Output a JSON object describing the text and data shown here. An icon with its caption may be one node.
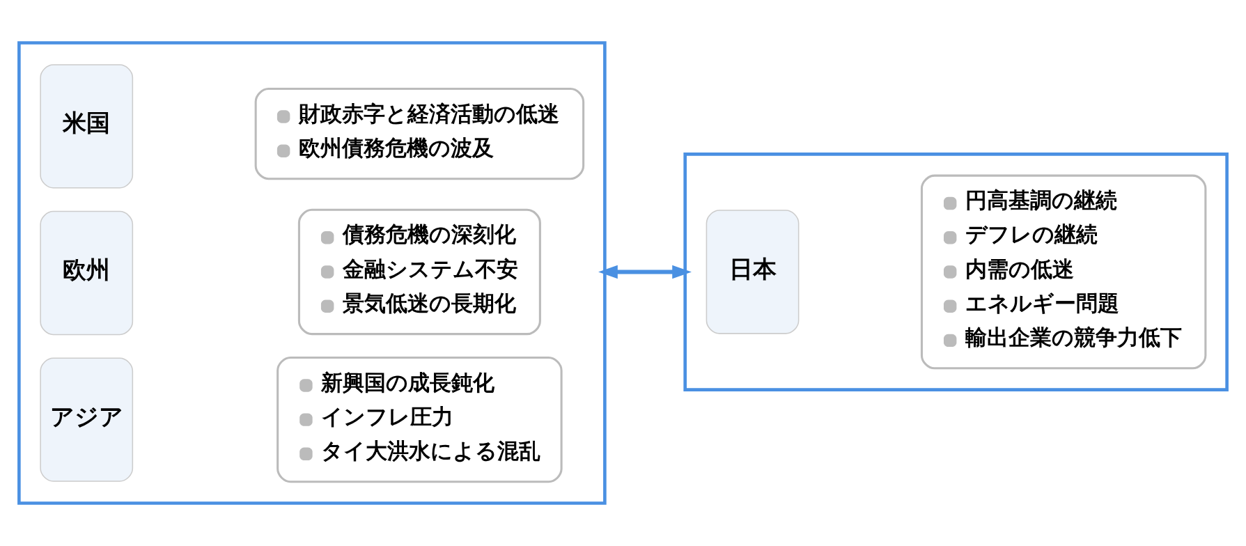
{
  "diagram": {
    "nodes": [
      {
        "text": [],
        "shape": "box"
      },
      {
        "text": [
          "米国"
        ],
        "in": 0
      },
      {
        "text": [
          "財政赤字と経済活動の低迷",
          "欧州債務危機の波及"
        ],
        "in": 0
      },
      {
        "text": [
          "欧州"
        ],
        "in": 0
      },
      {
        "text": [
          "債務危機の深刻化",
          "金融システム不安",
          "景気低迷の長期化"
        ],
        "in": 0
      },
      {
        "text": [
          "アジア"
        ],
        "in": 0
      },
      {
        "text": [
          "新興国の成長鈍化",
          "インフレ圧力",
          "タイ大洪水による混乱"
        ],
        "in": 0
      },
      {
        "text": [],
        "shape": "box"
      },
      {
        "text": [
          "日本"
        ],
        "in": 7
      },
      {
        "text": [
          "円高基調の継続",
          "デフレの継続",
          "内需の低迷",
          "エネルギー問題",
          "輸出企業の競争力低下"
        ],
        "in": 7
      }
    ],
    "edges": [
      {
        "from": 0,
        "to": 7,
        "arrow": "both"
      }
    ]
  }
}
